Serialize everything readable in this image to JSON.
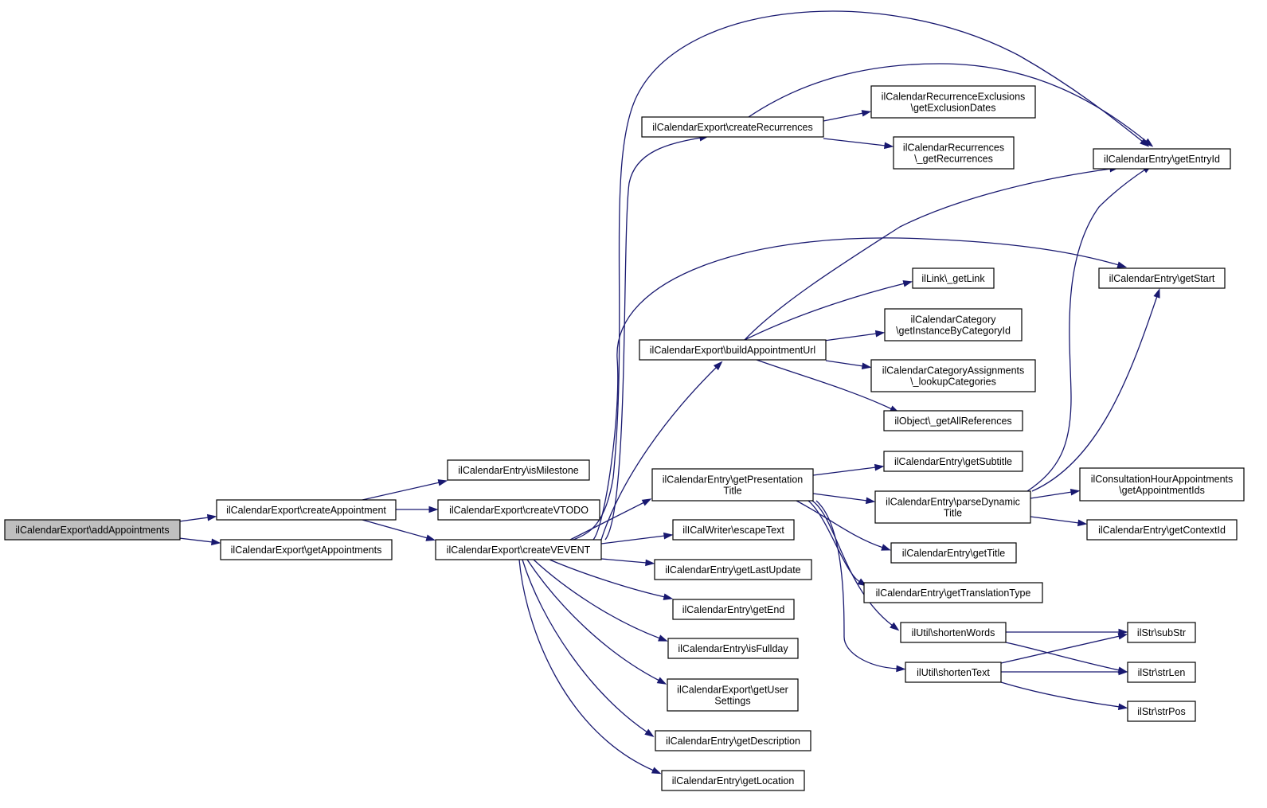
{
  "graph": {
    "nodes": [
      {
        "id": "addAppointments",
        "lines": [
          "ilCalendarExport\\addAppointments"
        ],
        "root": true
      },
      {
        "id": "createAppointment",
        "lines": [
          "ilCalendarExport\\createAppointment"
        ]
      },
      {
        "id": "getAppointments",
        "lines": [
          "ilCalendarExport\\getAppointments"
        ]
      },
      {
        "id": "isMilestone",
        "lines": [
          "ilCalendarEntry\\isMilestone"
        ]
      },
      {
        "id": "createVTODO",
        "lines": [
          "ilCalendarExport\\createVTODO"
        ]
      },
      {
        "id": "createVEVENT",
        "lines": [
          "ilCalendarExport\\createVEVENT"
        ]
      },
      {
        "id": "createRecurrences",
        "lines": [
          "ilCalendarExport\\createRecurrences"
        ]
      },
      {
        "id": "buildAppointmentUrl",
        "lines": [
          "ilCalendarExport\\buildAppointmentUrl"
        ]
      },
      {
        "id": "getPresentationTitle",
        "lines": [
          "ilCalendarEntry\\getPresentation",
          "Title"
        ]
      },
      {
        "id": "escapeText",
        "lines": [
          "ilICalWriter\\escapeText"
        ]
      },
      {
        "id": "getLastUpdate",
        "lines": [
          "ilCalendarEntry\\getLastUpdate"
        ]
      },
      {
        "id": "getEnd",
        "lines": [
          "ilCalendarEntry\\getEnd"
        ]
      },
      {
        "id": "isFullday",
        "lines": [
          "ilCalendarEntry\\isFullday"
        ]
      },
      {
        "id": "getUserSettings",
        "lines": [
          "ilCalendarExport\\getUser",
          "Settings"
        ]
      },
      {
        "id": "getDescription",
        "lines": [
          "ilCalendarEntry\\getDescription"
        ]
      },
      {
        "id": "getLocation",
        "lines": [
          "ilCalendarEntry\\getLocation"
        ]
      },
      {
        "id": "getExclusionDates",
        "lines": [
          "ilCalendarRecurrenceExclusions",
          "\\getExclusionDates"
        ]
      },
      {
        "id": "getRecurrences",
        "lines": [
          "ilCalendarRecurrences",
          "\\_getRecurrences"
        ]
      },
      {
        "id": "getEntryId",
        "lines": [
          "ilCalendarEntry\\getEntryId"
        ]
      },
      {
        "id": "getStart",
        "lines": [
          "ilCalendarEntry\\getStart"
        ]
      },
      {
        "id": "getLink",
        "lines": [
          "ilLink\\_getLink"
        ]
      },
      {
        "id": "getInstanceByCategoryId",
        "lines": [
          "ilCalendarCategory",
          "\\getInstanceByCategoryId"
        ]
      },
      {
        "id": "lookupCategories",
        "lines": [
          "ilCalendarCategoryAssignments",
          "\\_lookupCategories"
        ]
      },
      {
        "id": "getAllReferences",
        "lines": [
          "ilObject\\_getAllReferences"
        ]
      },
      {
        "id": "getSubtitle",
        "lines": [
          "ilCalendarEntry\\getSubtitle"
        ]
      },
      {
        "id": "parseDynamicTitle",
        "lines": [
          "ilCalendarEntry\\parseDynamic",
          "Title"
        ]
      },
      {
        "id": "getTitle",
        "lines": [
          "ilCalendarEntry\\getTitle"
        ]
      },
      {
        "id": "getTranslationType",
        "lines": [
          "ilCalendarEntry\\getTranslationType"
        ]
      },
      {
        "id": "shortenWords",
        "lines": [
          "ilUtil\\shortenWords"
        ]
      },
      {
        "id": "shortenText",
        "lines": [
          "ilUtil\\shortenText"
        ]
      },
      {
        "id": "getAppointmentIds",
        "lines": [
          "ilConsultationHourAppointments",
          "\\getAppointmentIds"
        ]
      },
      {
        "id": "getContextId",
        "lines": [
          "ilCalendarEntry\\getContextId"
        ]
      },
      {
        "id": "subStr",
        "lines": [
          "ilStr\\subStr"
        ]
      },
      {
        "id": "strLen",
        "lines": [
          "ilStr\\strLen"
        ]
      },
      {
        "id": "strPos",
        "lines": [
          "ilStr\\strPos"
        ]
      }
    ],
    "edges": [
      {
        "from": "addAppointments",
        "to": "createAppointment"
      },
      {
        "from": "addAppointments",
        "to": "getAppointments"
      },
      {
        "from": "createAppointment",
        "to": "isMilestone"
      },
      {
        "from": "createAppointment",
        "to": "createVTODO"
      },
      {
        "from": "createAppointment",
        "to": "createVEVENT"
      },
      {
        "from": "createVEVENT",
        "to": "createRecurrences"
      },
      {
        "from": "createVEVENT",
        "to": "getEntryId"
      },
      {
        "from": "createVEVENT",
        "to": "getStart"
      },
      {
        "from": "createVEVENT",
        "to": "buildAppointmentUrl"
      },
      {
        "from": "createVEVENT",
        "to": "getPresentationTitle"
      },
      {
        "from": "createVEVENT",
        "to": "escapeText"
      },
      {
        "from": "createVEVENT",
        "to": "getLastUpdate"
      },
      {
        "from": "createVEVENT",
        "to": "getEnd"
      },
      {
        "from": "createVEVENT",
        "to": "isFullday"
      },
      {
        "from": "createVEVENT",
        "to": "getUserSettings"
      },
      {
        "from": "createVEVENT",
        "to": "getDescription"
      },
      {
        "from": "createVEVENT",
        "to": "getLocation"
      },
      {
        "from": "createRecurrences",
        "to": "getExclusionDates"
      },
      {
        "from": "createRecurrences",
        "to": "getRecurrences"
      },
      {
        "from": "createRecurrences",
        "to": "getEntryId"
      },
      {
        "from": "buildAppointmentUrl",
        "to": "getEntryId"
      },
      {
        "from": "buildAppointmentUrl",
        "to": "getLink"
      },
      {
        "from": "buildAppointmentUrl",
        "to": "getInstanceByCategoryId"
      },
      {
        "from": "buildAppointmentUrl",
        "to": "lookupCategories"
      },
      {
        "from": "buildAppointmentUrl",
        "to": "getAllReferences"
      },
      {
        "from": "getPresentationTitle",
        "to": "getSubtitle"
      },
      {
        "from": "getPresentationTitle",
        "to": "parseDynamicTitle"
      },
      {
        "from": "getPresentationTitle",
        "to": "getTitle"
      },
      {
        "from": "getPresentationTitle",
        "to": "getTranslationType"
      },
      {
        "from": "getPresentationTitle",
        "to": "shortenWords"
      },
      {
        "from": "getPresentationTitle",
        "to": "shortenText"
      },
      {
        "from": "parseDynamicTitle",
        "to": "getEntryId"
      },
      {
        "from": "parseDynamicTitle",
        "to": "getStart"
      },
      {
        "from": "parseDynamicTitle",
        "to": "getAppointmentIds"
      },
      {
        "from": "parseDynamicTitle",
        "to": "getContextId"
      },
      {
        "from": "shortenWords",
        "to": "subStr"
      },
      {
        "from": "shortenWords",
        "to": "strLen"
      },
      {
        "from": "shortenText",
        "to": "subStr"
      },
      {
        "from": "shortenText",
        "to": "strLen"
      },
      {
        "from": "shortenText",
        "to": "strPos"
      }
    ]
  }
}
